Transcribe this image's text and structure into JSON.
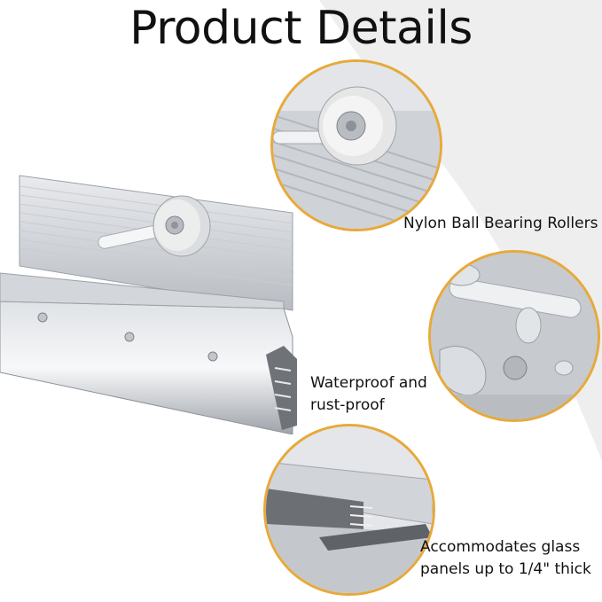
{
  "title": "Product Details",
  "features": [
    {
      "label": "Nylon Ball Bearing Rollers",
      "icon": "roller-closeup"
    },
    {
      "label_lines": [
        "Waterproof and",
        "rust-proof"
      ],
      "icon": "water-droplets-closeup"
    },
    {
      "label_lines": [
        "Accommodates glass",
        "panels up to 1/4\" thick"
      ],
      "icon": "glass-channel-closeup"
    }
  ],
  "colors": {
    "accent_ring": "#e7a93a",
    "swoosh": "#eeeeee",
    "title": "#111111"
  }
}
